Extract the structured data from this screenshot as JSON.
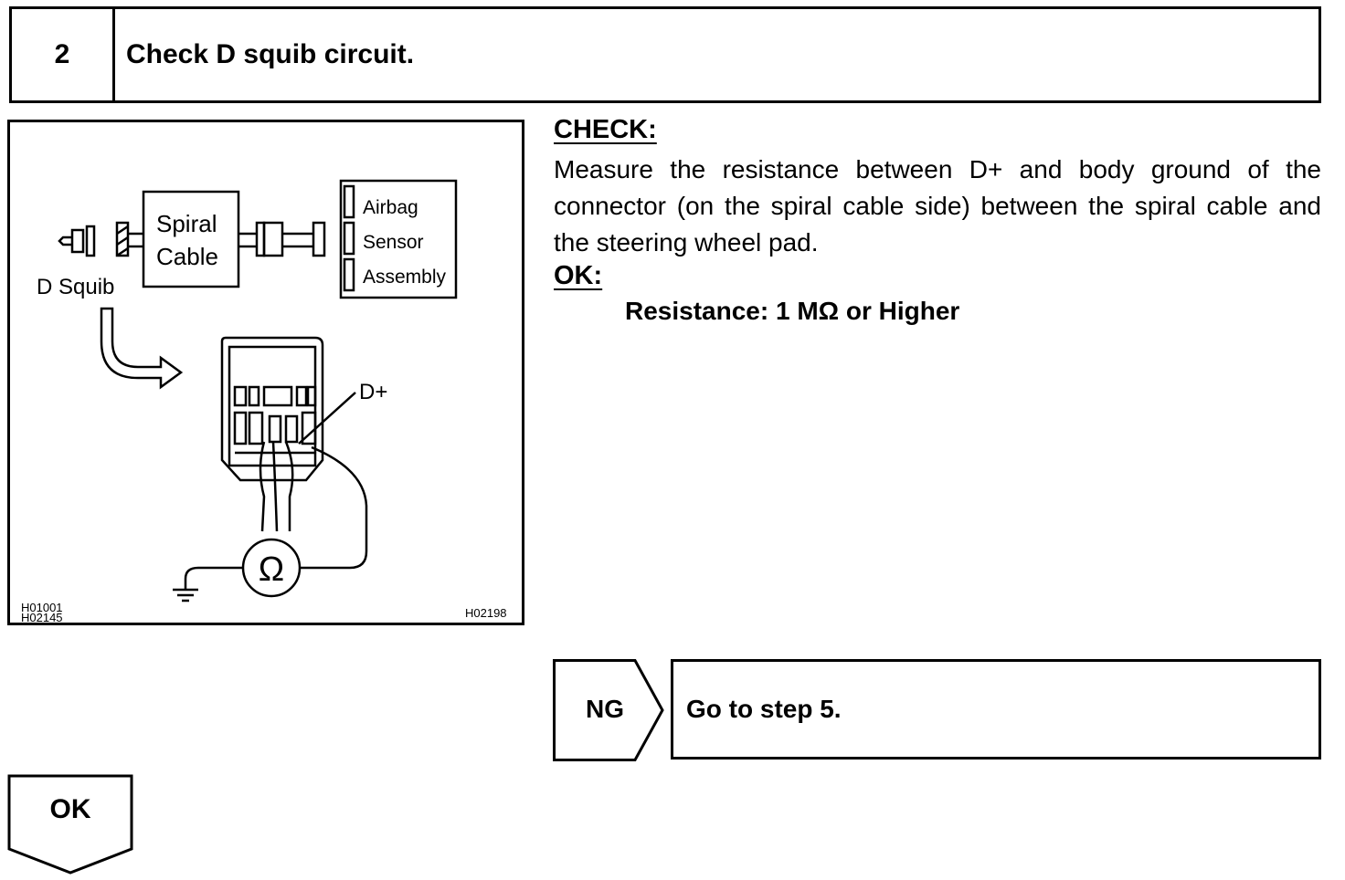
{
  "header": {
    "step_number": "2",
    "title": "Check D squib circuit."
  },
  "figure": {
    "spiral_cable_line1": "Spiral",
    "spiral_cable_line2": "Cable",
    "airbag_line1": "Airbag",
    "airbag_line2": "Sensor",
    "airbag_line3": "Assembly",
    "d_squib_label": "D Squib",
    "terminal_label": "D+",
    "ohmmeter_symbol": "Ω",
    "ref_code_top_left": "H01001",
    "ref_code_bottom_left": "H02145",
    "ref_code_right": "H02198"
  },
  "check": {
    "heading": "CHECK:",
    "text": "Measure the resistance between D+ and body ground of the connector (on the spiral cable side) between the spiral cable and the steering wheel pad."
  },
  "ok_section": {
    "heading": "OK:",
    "spec": "Resistance: 1 MΩ or Higher"
  },
  "ng_branch": {
    "label": "NG",
    "action": "Go to step 5."
  },
  "ok_branch": {
    "label": "OK"
  }
}
